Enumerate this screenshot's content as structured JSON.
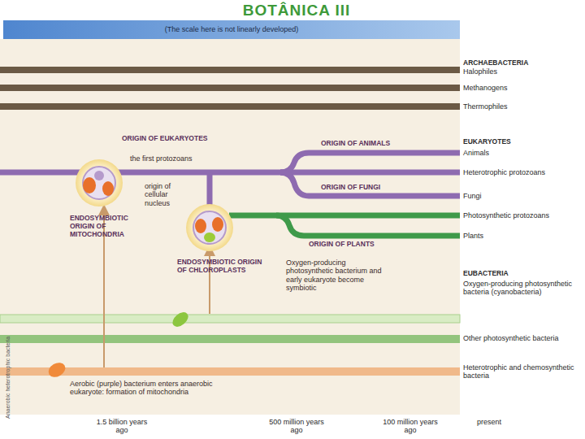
{
  "diagram": {
    "title": "BOTÂNICA III",
    "labels": [
      "(The scale here is not linearly developed)",
      "ARCHAEBACTERIA",
      "Halophiles",
      "Methanogens",
      "Thermophiles",
      "ORIGIN OF EUKARYOTES",
      "the first protozoans",
      "ORIGIN OF ANIMALS",
      "EUKARYOTES",
      "Animals",
      "origin of cellular nucleus",
      "Heterotrophic protozoans",
      "ORIGIN OF FUNGI",
      "Fungi",
      "Photosynthetic protozoans",
      "ENDOSYMBIOTIC ORIGIN OF MITOCHONDRIA",
      "Plants",
      "ORIGIN OF PLANTS",
      "ENDOSYMBIOTIC ORIGIN OF CHLOROPLASTS",
      "Oxygen-producing photosynthetic bacterium and early eukaryote become symbiotic",
      "EUBACTERIA",
      "Oxygen-producing photosynthetic bacteria (cyanobacteria)",
      "Other photosynthetic bacteria",
      "Heterotrophic and chemosynthetic bacteria",
      "Aerobic (purple) bacterium enters anaerobic eukaryote: formation of mitochondria",
      "Anaerobic heterotrophic bacteria",
      "1.5 billion years ago",
      "500 million years ago",
      "100 million years ago",
      "present"
    ]
  }
}
